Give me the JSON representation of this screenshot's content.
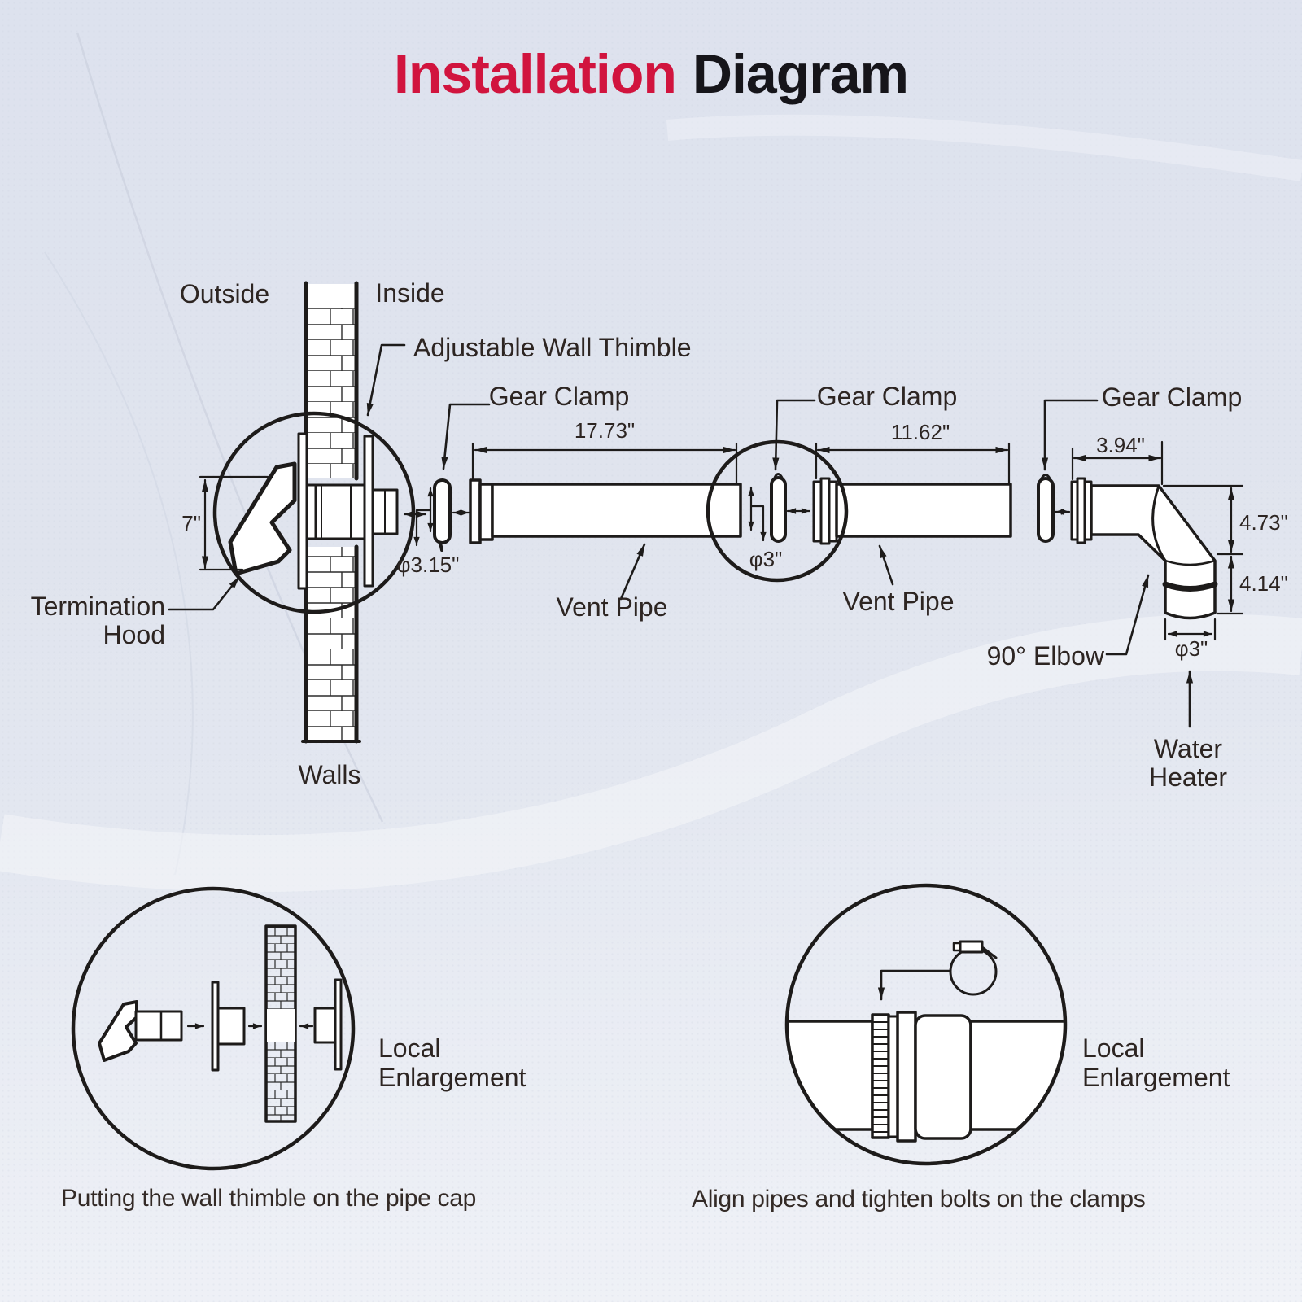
{
  "title": {
    "word_red": "Installation",
    "word_dark": "Diagram"
  },
  "colors": {
    "accent": "#d1143e",
    "ink": "#2d2522",
    "line": "#1d1b1a"
  },
  "wall_section": {
    "outside_label": "Outside",
    "inside_label": "Inside",
    "walls_label": "Walls",
    "adjustable_wall_thimble_label": "Adjustable Wall Thimble",
    "termination_hood_label": [
      "Termination",
      "Hood"
    ],
    "hood_height": "7\"",
    "clamp_diameter": "φ3.15\""
  },
  "pipe_run": {
    "gear_clamp_labels": [
      "Gear Clamp",
      "Gear Clamp",
      "Gear Clamp"
    ],
    "vent_pipe_labels": [
      "Vent Pipe",
      "Vent Pipe"
    ],
    "pipe1_length": "17.73\"",
    "pipe2_length": "11.62\"",
    "pipe_diameter": "φ3\""
  },
  "elbow_section": {
    "label": "90° Elbow",
    "width": "3.94\"",
    "upper_height": "4.73\"",
    "lower_height": "4.14\"",
    "outlet_diameter": "φ3\"",
    "water_heater_label": [
      "Water",
      "Heater"
    ]
  },
  "details": {
    "left": {
      "label": [
        "Local",
        "Enlargement"
      ],
      "caption": "Putting the wall thimble on the pipe cap"
    },
    "right": {
      "label": [
        "Local",
        "Enlargement"
      ],
      "caption": "Align pipes and tighten bolts on the clamps"
    }
  }
}
